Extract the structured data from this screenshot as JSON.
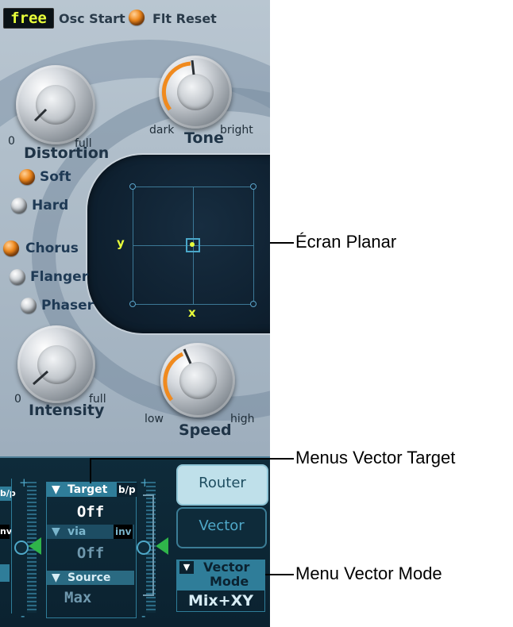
{
  "top_bar": {
    "free_label": "free",
    "osc_start_label": "Osc Start",
    "flt_reset_label": "Flt Reset"
  },
  "distortion": {
    "label": "Distortion",
    "min_label": "0",
    "max_label": "full",
    "modes": [
      {
        "label": "Soft",
        "selected": true
      },
      {
        "label": "Hard",
        "selected": false
      }
    ]
  },
  "tone": {
    "label": "Tone",
    "min_label": "dark",
    "max_label": "bright"
  },
  "chorus_modes": [
    {
      "label": "Chorus",
      "selected": true
    },
    {
      "label": "Flanger",
      "selected": false
    },
    {
      "label": "Phaser",
      "selected": false
    }
  ],
  "intensity": {
    "label": "Intensity",
    "min_label": "0",
    "max_label": "full"
  },
  "speed": {
    "label": "Speed",
    "min_label": "low",
    "max_label": "high"
  },
  "planar": {
    "y_label": "y",
    "x_label": "x"
  },
  "router": {
    "left_header_fragment": "b/p",
    "left_inv_fragment": "nv",
    "target_label": "Target",
    "bp_label": "b/p",
    "target_value": "Off",
    "via_label": "via",
    "inv_label": "inv",
    "via_value": "Off",
    "source_label": "Source",
    "source_value": "Max",
    "plus_label": "+",
    "minus_label": "-"
  },
  "buttons": {
    "router_label": "Router",
    "vector_label": "Vector",
    "vector_mode_label_line1": "Vector",
    "vector_mode_label_line2": "Mode",
    "vector_mode_value": "Mix+XY"
  },
  "callouts": {
    "planar": "Écran Planar",
    "vector_target": "Menus Vector Target",
    "vector_mode": "Menu Vector Mode"
  },
  "colors": {
    "accent_orange": "#f08a1e",
    "display_yellow": "#e8ff3a",
    "panel_dark": "#0e2b3a",
    "panel_highlight": "#2f7d99"
  }
}
